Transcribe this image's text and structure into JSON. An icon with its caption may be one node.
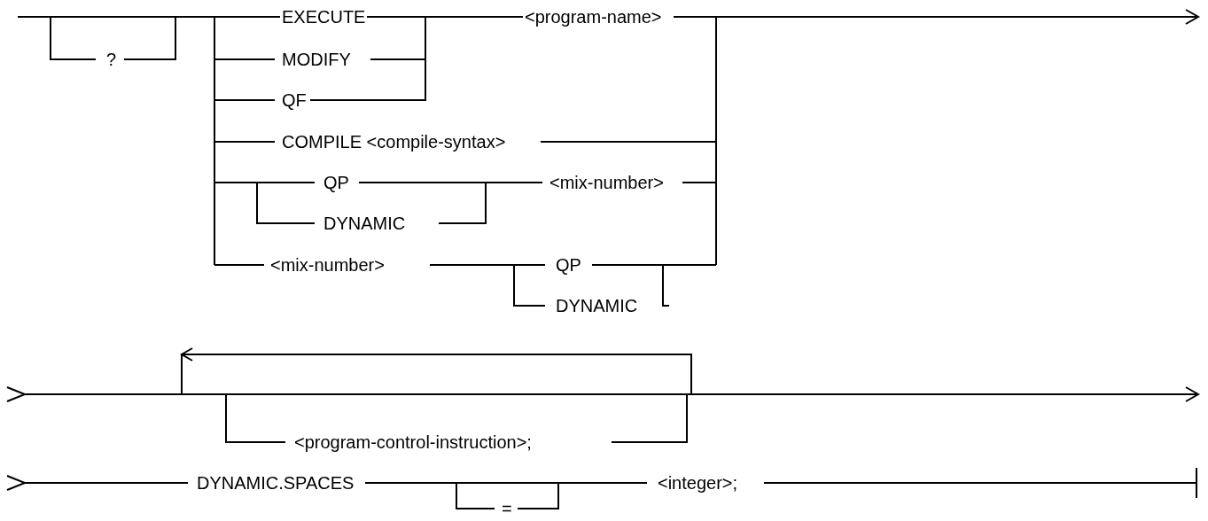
{
  "diagram": {
    "labels": [
      "EXECUTE",
      "<program-name>",
      "?",
      "MODIFY",
      "QF",
      "COMPILE <compile-syntax>",
      "QP",
      "<mix-number>",
      "DYNAMIC",
      "<mix-number>",
      "QP",
      "DYNAMIC",
      "<program-control-instruction>;",
      "DYNAMIC.SPACES",
      "<integer>;",
      "="
    ]
  }
}
